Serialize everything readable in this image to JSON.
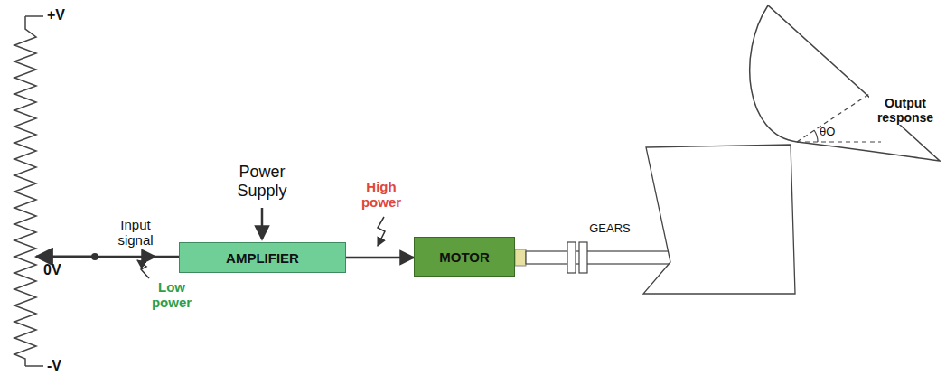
{
  "diagram": {
    "nodes": [
      {
        "text": [
          "AMPLIFIER"
        ]
      },
      {
        "text": [
          "MOTOR"
        ]
      }
    ],
    "edges": [
      {
        "from": 0,
        "to": 1,
        "arrow": "to"
      }
    ],
    "labels": [
      "+V",
      "0V",
      "-V",
      "Input signal",
      "Low power",
      "Power Supply",
      "High power",
      "GEARS",
      "θO",
      "Output response"
    ]
  }
}
